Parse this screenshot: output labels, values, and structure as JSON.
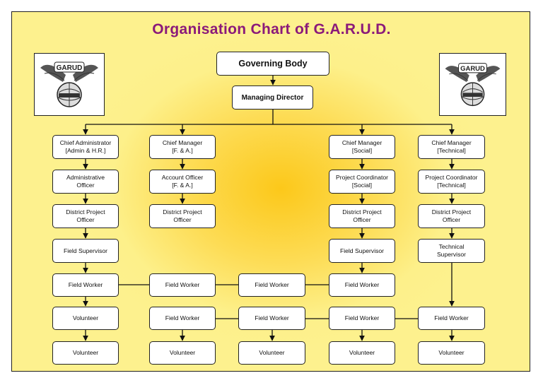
{
  "title": "Organisation Chart of G.A.R.U.D.",
  "logo_text": "GARUD",
  "colors": {
    "title": "#8b1a7a",
    "bg_center": "#fcc81a",
    "bg_edge": "#fdf18e"
  },
  "nodes": {
    "governing": "Governing Body",
    "md": "Managing Director",
    "c1": [
      "Chief Administrator\n[Admin & H.R.]",
      "Administrative\nOfficer",
      "District Project\nOfficer",
      "Field Supervisor",
      "Field Worker",
      "Volunteer",
      "Volunteer"
    ],
    "c2": [
      "Chief Manager\n[F. & A.]",
      "Account Officer\n[F. & A.]",
      "District Project\nOfficer",
      "Field Worker",
      "Field Worker",
      "Volunteer"
    ],
    "c3": [
      "Field Worker",
      "Field Worker",
      "Volunteer"
    ],
    "c4": [
      "Chief Manager\n[Social]",
      "Project Coordinator\n[Social]",
      "District Project\nOfficer",
      "Field Supervisor",
      "Field Worker",
      "Field Worker",
      "Volunteer"
    ],
    "c5": [
      "Chief Manager\n[Technical]",
      "Project Coordinator\n[Technical]",
      "District Project\nOfficer",
      "Technical\nSupervisor",
      "Field Worker",
      "Volunteer"
    ]
  }
}
